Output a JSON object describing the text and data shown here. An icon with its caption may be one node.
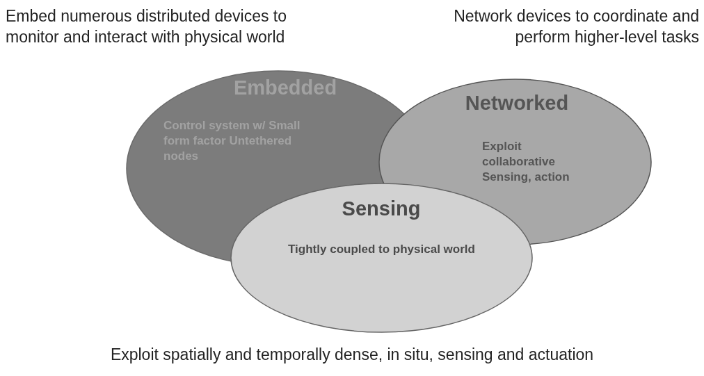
{
  "diagram": {
    "nodes": [
      {
        "text": [
          "Embedded",
          "Control system w/ Small form factor Untethered nodes"
        ]
      },
      {
        "text": [
          "Networked",
          "Exploit collaborative Sensing, action"
        ]
      },
      {
        "text": [
          "Sensing",
          "Tightly coupled to physical world"
        ]
      }
    ],
    "edges": [],
    "labels": [
      "Embed numerous distributed devices to monitor and interact with physical world",
      "Network devices to coordinate and perform higher-level tasks",
      "Exploit spatially and temporally dense, in situ, sensing and actuation"
    ]
  }
}
